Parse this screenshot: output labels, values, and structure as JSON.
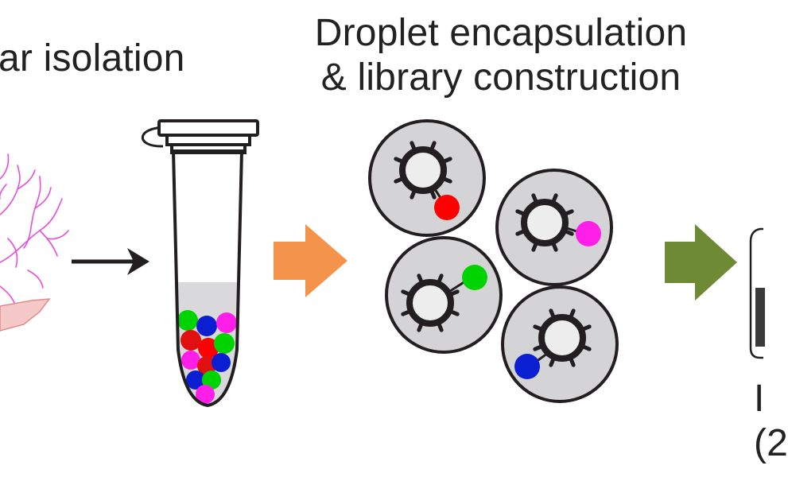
{
  "labels": {
    "isolation": "ar isolation",
    "droplet_line1": "Droplet encapsulation",
    "droplet_line2": "& library construction",
    "right_line1": "I",
    "right_line2": "(2"
  },
  "colors": {
    "tissue": "#e64fd8",
    "arrow_black": "#231f20",
    "arrow_orange": "#f4944a",
    "arrow_green": "#6e8a35",
    "droplet_fill": "#d4d4d6",
    "bead_fill": "#ededed",
    "red": "#ff0000",
    "green": "#00d400",
    "blue": "#0a1ed2",
    "magenta": "#ff1fe8"
  },
  "icons": {
    "tissue": "blood-vessel-tissue-icon",
    "tube": "microcentrifuge-tube-icon",
    "droplet": "droplet-with-barcoded-bead-icon",
    "sequencer": "sequencer-device-icon"
  },
  "droplets": [
    {
      "barcode_color": "red"
    },
    {
      "barcode_color": "magenta"
    },
    {
      "barcode_color": "green"
    },
    {
      "barcode_color": "blue"
    }
  ]
}
